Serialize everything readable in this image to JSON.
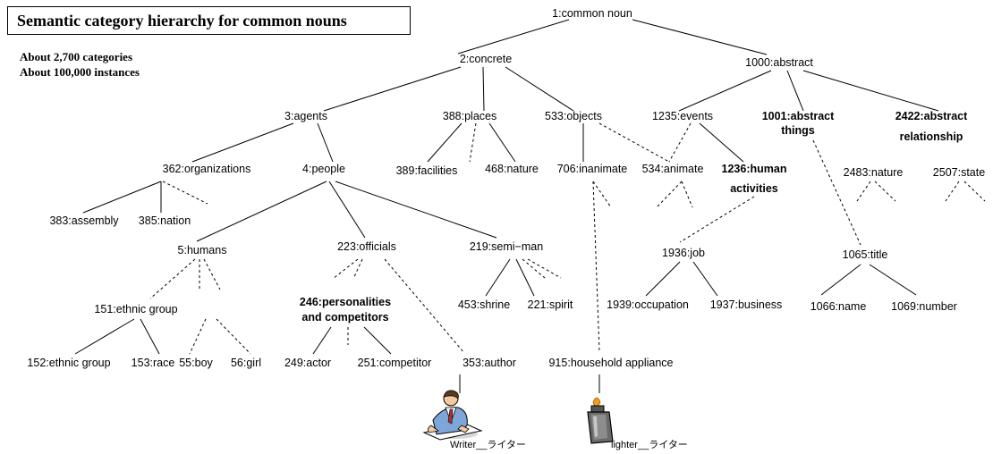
{
  "title": "Semantic category hierarchy for common nouns",
  "stats": {
    "categories": "About 2,700 categories",
    "instances": "About 100,000 instances"
  },
  "nodes": {
    "common_noun": "1:common noun",
    "concrete": "2:concrete",
    "abstract": "1000:abstract",
    "agents": "3:agents",
    "places": "388:places",
    "objects": "533:objects",
    "events": "1235:events",
    "abstract_things_1": "1001:abstract",
    "abstract_things_2": "things",
    "abstract_relationship_1": "2422:abstract",
    "abstract_relationship_2": "relationship",
    "organizations": "362:organizations",
    "people": "4:people",
    "facilities": "389:facilities",
    "nature_468": "468:nature",
    "inanimate": "706:inanimate",
    "animate": "534:animate",
    "human_activities_1": "1236:human",
    "human_activities_2": "activities",
    "nature_2483": "2483:nature",
    "state": "2507:state",
    "assembly": "383:assembly",
    "nation": "385:nation",
    "humans": "5:humans",
    "officials": "223:officials",
    "semi_man": "219:semi−man",
    "job": "1936:job",
    "title_1065": "1065:title",
    "ethnic_group_151": "151:ethnic group",
    "personalities_1": "246:personalities",
    "personalities_2": "and competitors",
    "shrine": "453:shrine",
    "spirit": "221:spirit",
    "occupation": "1939:occupation",
    "business": "1937:business",
    "name": "1066:name",
    "number": "1069:number",
    "ethnic_group_152": "152:ethnic group",
    "race": "153:race",
    "boy": "55:boy",
    "girl": "56:girl",
    "actor": "249:actor",
    "competitor": "251:competitor",
    "author": "353:author",
    "household_appliance": "915:household appliance"
  },
  "captions": {
    "writer": "Writer__ライター",
    "lighter": "lighter__ライター"
  }
}
